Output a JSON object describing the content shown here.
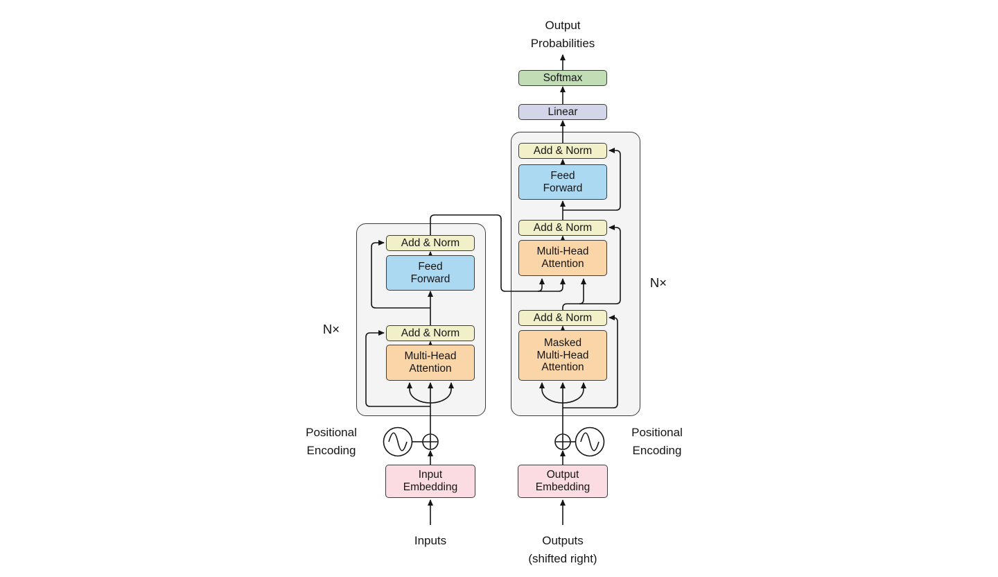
{
  "colors": {
    "line": "#141414",
    "block_background": "#f4f4f4",
    "add_norm": "#f2f0c8",
    "feed_forward": "#acd9f2",
    "attention": "#f9d5a7",
    "embedding": "#fbdce2",
    "softmax": "#c0ddb5",
    "linear": "#d3d5e8"
  },
  "head": {
    "output_probabilities": "Output\nProbabilities",
    "softmax": "Softmax",
    "linear": "Linear"
  },
  "encoder": {
    "multiplier": "N×",
    "add_norm_top": "Add & Norm",
    "feed_forward": "Feed\nForward",
    "add_norm_bottom": "Add & Norm",
    "attention": "Multi-Head\nAttention",
    "embedding": "Input\nEmbedding",
    "positional_encoding": "Positional\nEncoding",
    "input_label": "Inputs"
  },
  "decoder": {
    "multiplier": "N×",
    "add_norm_top": "Add & Norm",
    "feed_forward": "Feed\nForward",
    "add_norm_middle": "Add & Norm",
    "attention": "Multi-Head\nAttention",
    "add_norm_bottom": "Add & Norm",
    "masked_attention": "Masked\nMulti-Head\nAttention",
    "embedding": "Output\nEmbedding",
    "positional_encoding": "Positional\nEncoding",
    "input_label": "Outputs\n(shifted right)"
  }
}
